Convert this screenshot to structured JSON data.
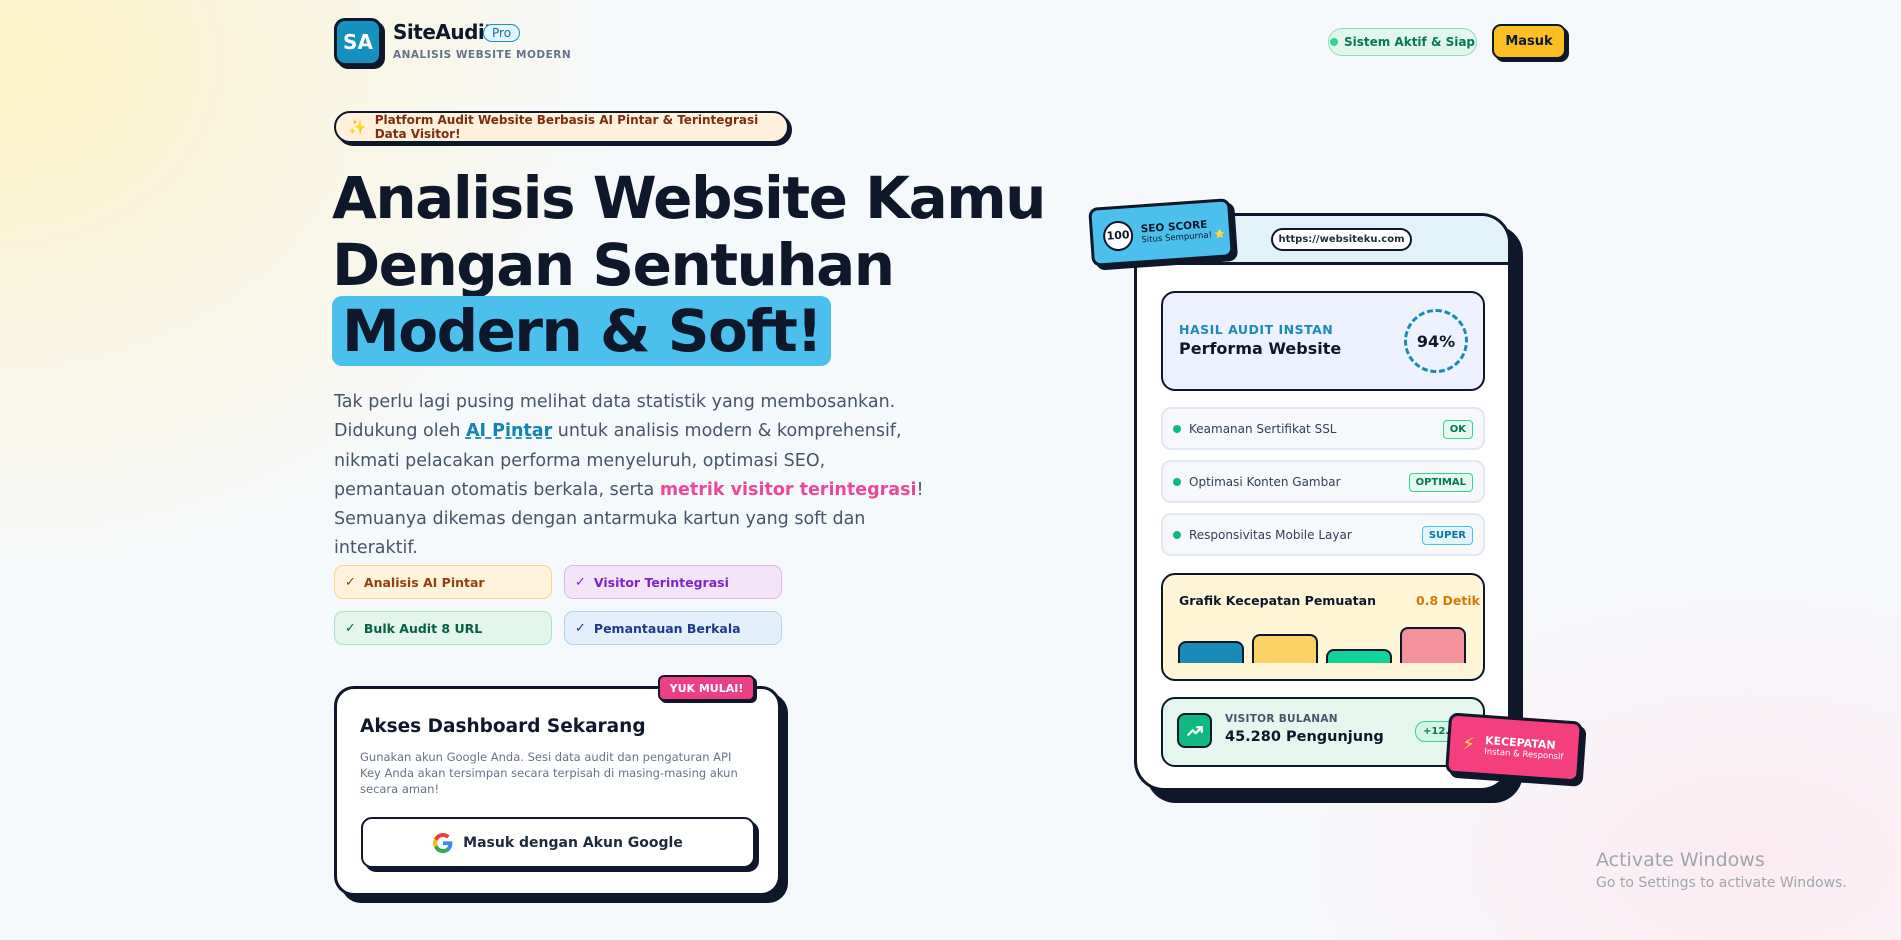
{
  "header": {
    "logo_text": "SA",
    "brand": "SiteAudit",
    "pro": "Pro",
    "subtitle": "ANALISIS WEBSITE MODERN",
    "status": "Sistem Aktif & Siap",
    "login": "Masuk"
  },
  "hero": {
    "badge": "Platform Audit Website Berbasis AI Pintar & Terintegrasi Data Visitor!",
    "line1": "Analisis Website Kamu",
    "line2": "Dengan Sentuhan",
    "line3": "Modern & Soft!",
    "para_1": "Tak perlu lagi pusing melihat data statistik yang membosankan. Didukung oleh ",
    "para_ai": "AI Pintar",
    "para_2": " untuk analisis modern & komprehensif, nikmati pelacakan performa menyeluruh, optimasi SEO, pemantauan otomatis berkala, serta ",
    "para_pink": "metrik visitor terintegrasi",
    "para_3": "! Semuanya dikemas dengan antarmuka kartun yang soft dan interaktif."
  },
  "features": [
    {
      "label": "Analisis AI Pintar",
      "color": "#92400e"
    },
    {
      "label": "Visitor Terintegrasi",
      "color": "#7e22ce"
    },
    {
      "label": "Bulk Audit 8 URL",
      "color": "#065f46"
    },
    {
      "label": "Pemantauan Berkala",
      "color": "#1e3a8a"
    }
  ],
  "access": {
    "badge": "YUK MULAI!",
    "title": "Akses Dashboard Sekarang",
    "desc": "Gunakan akun Google Anda. Sesi data audit dan pengaturan API Key Anda akan tersimpan secara terpisah di masing-masing akun secara aman!",
    "google_button": "Masuk dengan Akun Google"
  },
  "mockup": {
    "url": "https://websiteku.com",
    "seo_score": "100",
    "seo_title": "SEO SCORE",
    "seo_sub": "Situs Sempurna! ⭐",
    "result_label": "HASIL AUDIT INSTAN",
    "result_title": "Performa Website",
    "score": "94%",
    "checks": [
      {
        "label": "Keamanan Sertifikat SSL",
        "tag": "OK"
      },
      {
        "label": "Optimasi Konten Gambar",
        "tag": "OPTIMAL"
      },
      {
        "label": "Responsivitas Mobile Layar",
        "tag": "SUPER"
      }
    ],
    "speed_title": "Grafik Kecepatan Pemuatan",
    "speed_value": "0.8 Detik",
    "speed_bars": [
      {
        "level": 0.45,
        "color": "#1a8bb8"
      },
      {
        "level": 0.6,
        "color": "#fcd165"
      },
      {
        "level": 0.3,
        "color": "#10d39a"
      },
      {
        "level": 0.75,
        "color": "#f4929c"
      }
    ],
    "visitor_label": "VISITOR BULANAN",
    "visitor_value": "45.280 Pengunjung",
    "visitor_growth": "+12.4",
    "speed_badge_title": "KECEPATAN",
    "speed_badge_sub": "Instan & Responsif"
  },
  "watermark": {
    "line1": "Activate Windows",
    "line2": "Go to Settings to activate Windows."
  }
}
